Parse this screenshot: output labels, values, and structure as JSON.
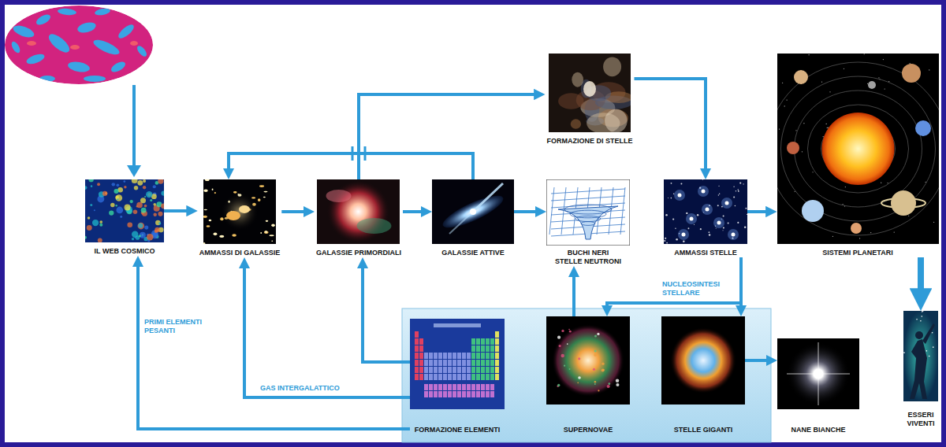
{
  "diagram": {
    "nodes": [
      {
        "text": [
          "IL WEB COSMICO"
        ]
      },
      {
        "text": [
          "AMMASSI DI GALASSIE"
        ]
      },
      {
        "text": [
          "GALASSIE PRIMORDIALI"
        ]
      },
      {
        "text": [
          "GALASSIE ATTIVE"
        ]
      },
      {
        "text": [
          "FORMAZIONE DI STELLE"
        ]
      },
      {
        "text": [
          "BUCHI NERI STELLE NEUTRONI"
        ]
      },
      {
        "text": [
          "AMMASSI STELLE"
        ]
      },
      {
        "text": [
          "SISTEMI PLANETARI"
        ]
      },
      {
        "text": [
          "ESSERI VIVENTI"
        ]
      },
      {
        "text": [
          "FORMAZIONE ELEMENTI"
        ]
      },
      {
        "text": [
          "SUPERNOVAE"
        ]
      },
      {
        "text": [
          "STELLE GIGANTI"
        ]
      },
      {
        "text": [
          "NANE BIANCHE"
        ]
      }
    ],
    "edges": [
      {
        "from": 0,
        "to": 1,
        "arrow": "to"
      },
      {
        "from": 1,
        "to": 2,
        "arrow": "to"
      },
      {
        "from": 2,
        "to": 3,
        "arrow": "to"
      },
      {
        "from": 3,
        "to": 5,
        "arrow": "to"
      },
      {
        "from": 2,
        "to": 4,
        "arrow": "to"
      },
      {
        "from": 3,
        "to": 1,
        "arrow": "to"
      },
      {
        "from": 4,
        "to": 6,
        "arrow": "to"
      },
      {
        "from": 6,
        "to": 7,
        "arrow": "to"
      },
      {
        "from": 7,
        "to": 8,
        "arrow": "to"
      },
      {
        "from": 6,
        "to": 10,
        "arrow": "to"
      },
      {
        "from": 6,
        "to": 11,
        "label": "NUCLEOSINTESI STELLARE",
        "arrow": "to"
      },
      {
        "from": 10,
        "to": 5,
        "arrow": "to"
      },
      {
        "from": 11,
        "to": 12,
        "arrow": "to"
      },
      {
        "from": 9,
        "to": 0,
        "label": "PRIMI ELEMENTI PESANTI",
        "arrow": "to"
      },
      {
        "from": 9,
        "to": 1,
        "label": "GAS INTERGALATTICO",
        "arrow": "to"
      },
      {
        "from": 9,
        "to": 2,
        "arrow": "to"
      }
    ]
  }
}
